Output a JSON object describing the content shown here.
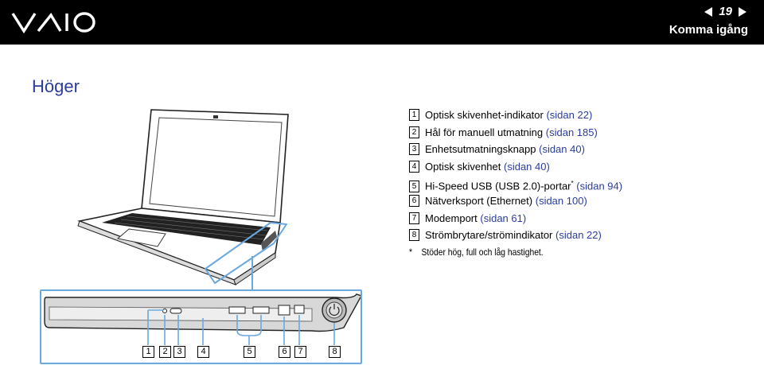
{
  "header": {
    "logo_text": "VAIO",
    "page_number": "19",
    "section": "Komma igång"
  },
  "heading": "Höger",
  "items": [
    {
      "n": "1",
      "text": "Optisk skivenhet-indikator",
      "ref": "(sidan 22)"
    },
    {
      "n": "2",
      "text": "Hål för manuell utmatning",
      "ref": "(sidan 185)"
    },
    {
      "n": "3",
      "text": "Enhetsutmatningsknapp",
      "ref": "(sidan 40)"
    },
    {
      "n": "4",
      "text": "Optisk skivenhet",
      "ref": "(sidan 40)"
    },
    {
      "n": "5",
      "text": "Hi-Speed USB (USB 2.0)-portar",
      "sup": "*",
      "ref": "(sidan 94)"
    },
    {
      "n": "6",
      "text": "Nätverksport (Ethernet)",
      "ref": "(sidan 100)"
    },
    {
      "n": "7",
      "text": "Modemport",
      "ref": "(sidan 61)"
    },
    {
      "n": "8",
      "text": "Strömbrytare/strömindikator",
      "ref": "(sidan 22)"
    }
  ],
  "footnote": {
    "mark": "*",
    "text": "Stöder hög, full och låg hastighet."
  },
  "diagram_markers": [
    "1",
    "2",
    "3",
    "4",
    "5",
    "6",
    "7",
    "8"
  ],
  "colors": {
    "header_bg": "#000000",
    "accent": "#2a3d9d",
    "callout": "#6aa9e0"
  }
}
